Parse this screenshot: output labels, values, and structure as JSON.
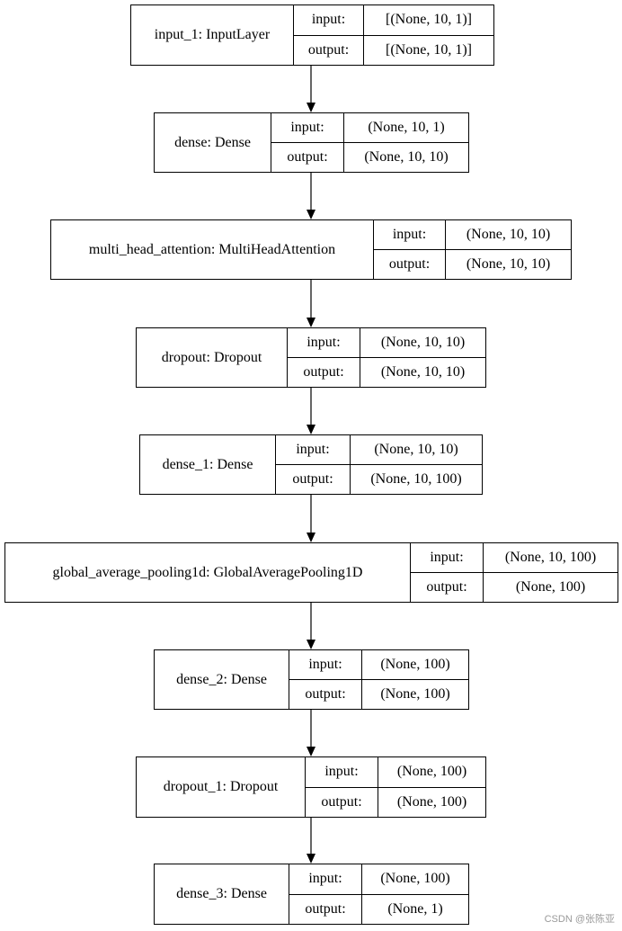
{
  "layers": [
    {
      "name": "input_1: InputLayer",
      "input_label": "input:",
      "output_label": "output:",
      "input": "[(None, 10, 1)]",
      "output": "[(None, 10, 1)]"
    },
    {
      "name": "dense: Dense",
      "input_label": "input:",
      "output_label": "output:",
      "input": "(None, 10, 1)",
      "output": "(None, 10, 10)"
    },
    {
      "name": "multi_head_attention: MultiHeadAttention",
      "input_label": "input:",
      "output_label": "output:",
      "input": "(None, 10, 10)",
      "output": "(None, 10, 10)"
    },
    {
      "name": "dropout: Dropout",
      "input_label": "input:",
      "output_label": "output:",
      "input": "(None, 10, 10)",
      "output": "(None, 10, 10)"
    },
    {
      "name": "dense_1: Dense",
      "input_label": "input:",
      "output_label": "output:",
      "input": "(None, 10, 10)",
      "output": "(None, 10, 100)"
    },
    {
      "name": "global_average_pooling1d: GlobalAveragePooling1D",
      "input_label": "input:",
      "output_label": "output:",
      "input": "(None, 10, 100)",
      "output": "(None, 100)"
    },
    {
      "name": "dense_2: Dense",
      "input_label": "input:",
      "output_label": "output:",
      "input": "(None, 100)",
      "output": "(None, 100)"
    },
    {
      "name": "dropout_1: Dropout",
      "input_label": "input:",
      "output_label": "output:",
      "input": "(None, 100)",
      "output": "(None, 100)"
    },
    {
      "name": "dense_3: Dense",
      "input_label": "input:",
      "output_label": "output:",
      "input": "(None, 100)",
      "output": "(None, 1)"
    }
  ],
  "watermark": "CSDN @张陈亚"
}
